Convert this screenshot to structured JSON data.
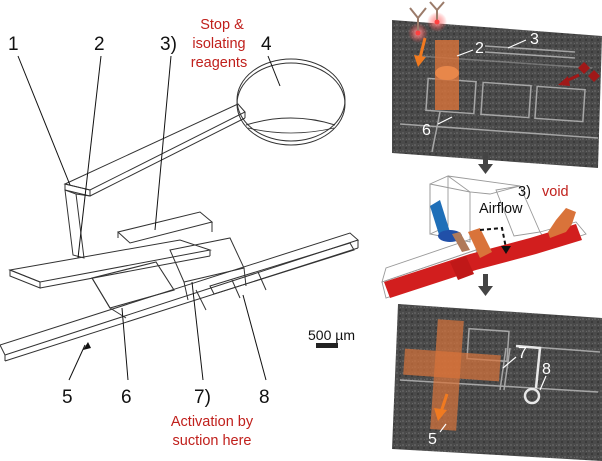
{
  "left_panel": {
    "callouts": [
      "1",
      "2",
      "3)",
      "4",
      "5",
      "6",
      "7)",
      "8"
    ],
    "stop_note": [
      "Stop &",
      "isolating",
      "reagents"
    ],
    "activation_note": [
      "Activation by",
      "suction here"
    ],
    "scale_bar": "500 µm"
  },
  "right_panel": {
    "top_photo_labels": [
      "2",
      "3",
      "6"
    ],
    "void_label_num": "3)",
    "void_label_word": "void",
    "airflow_label": "Airflow",
    "bottom_photo_labels": [
      "7",
      "8",
      "5"
    ]
  },
  "colors": {
    "red_text": "#c0201c",
    "orange_liquid": "#d9733a",
    "red_channel": "#d21e1e",
    "blue_liquid": "#1f6fb8"
  }
}
